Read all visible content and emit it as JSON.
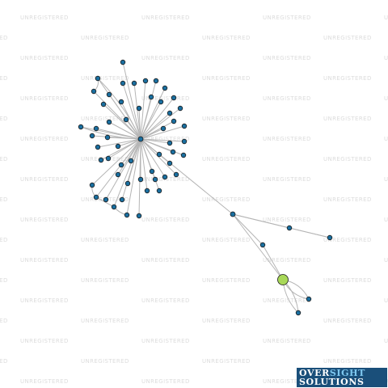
{
  "watermark": {
    "text": "UNREGISTERED"
  },
  "logo": {
    "line1_a": "OVER",
    "line1_b": "SIGHT",
    "line2": "SOLUTIONS"
  },
  "graph": {
    "edge_color": "#b5b5b5",
    "node_color": "#1a6fa0",
    "highlight_color": "#a8d858"
  }
}
